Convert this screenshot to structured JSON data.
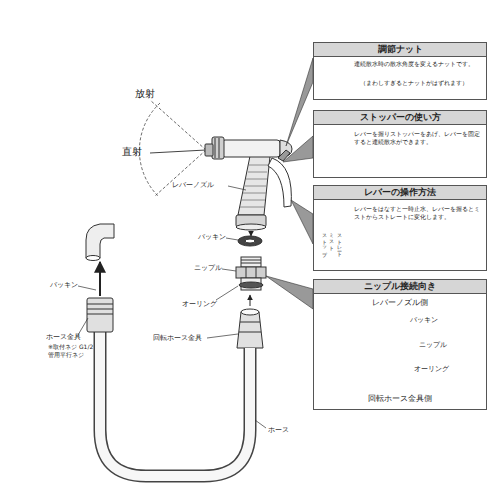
{
  "diagram": {
    "nodes": [
      {
        "text": [
          "調節ナット",
          "連続散水時の散水角度を変えるナットです。",
          "（まわしすぎるとナットがはずれます）"
        ]
      },
      {
        "text": [
          "ストッパーの使い方",
          "レバーを握りストッパーをあげ、レバーを固定すると連続散水ができます。"
        ]
      },
      {
        "text": [
          "レバーの操作方法",
          "レバーをはなすと一時止水、レバーを握るとミストからストレートに変化します。",
          "ストップ",
          "ミスト",
          "ストレート"
        ]
      },
      {
        "text": [
          "ニップル接続向き",
          "レバーノズル側",
          "パッキン",
          "ニップル",
          "オーリング",
          "回転ホース金具側"
        ]
      }
    ],
    "labels": [
      "放射",
      "直射",
      "レバーノズル",
      "パッキン",
      "ニップル",
      "オーリング",
      "回転ホース金具",
      "ホース",
      "パッキン",
      "ホース金具",
      "※取付ネジ G1/2 管用平行ネジ"
    ]
  }
}
